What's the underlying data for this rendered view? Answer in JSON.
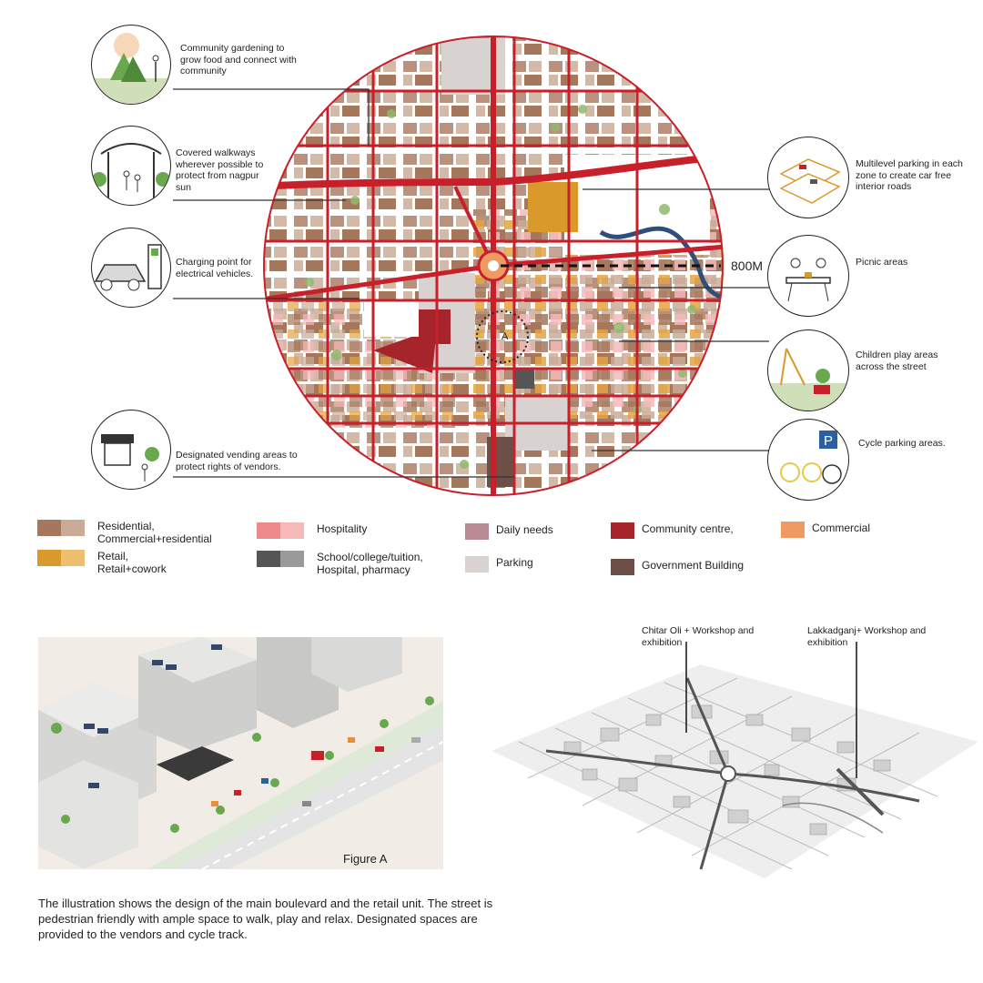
{
  "callouts_left": [
    {
      "icon": "gardening-icon",
      "text": "Community gardening to grow food and connect with community"
    },
    {
      "icon": "covered-walkway-icon",
      "text": "Covered walkways wherever possible to protect from nagpur sun"
    },
    {
      "icon": "ev-charging-icon",
      "text": "Charging point for electrical vehicles."
    },
    {
      "icon": "vending-icon",
      "text": "Designated vending areas to protect rights of vendors."
    }
  ],
  "callouts_right": [
    {
      "icon": "parking-structure-icon",
      "text": "Multilevel parking in each zone to create car free interior roads"
    },
    {
      "icon": "picnic-icon",
      "text": "Picnic areas"
    },
    {
      "icon": "playground-icon",
      "text": "Children play areas across the street"
    },
    {
      "icon": "cycle-parking-icon",
      "text": "Cycle parking areas."
    }
  ],
  "map": {
    "radius_label": "800M",
    "zone_label": "A"
  },
  "legend": [
    {
      "label": "Residential, Commercial+residential",
      "colors": [
        "#a5775c",
        "#c9ab97"
      ]
    },
    {
      "label": "Retail, Retail+cowork",
      "colors": [
        "#d99a2b",
        "#edc070"
      ]
    },
    {
      "label": "Hospitality",
      "colors": [
        "#ee8a8a",
        "#f6b8b8"
      ]
    },
    {
      "label": "School/college/tuition, Hospital, pharmacy",
      "colors": [
        "#555555",
        "#9a9a9a"
      ]
    },
    {
      "label": "Daily needs",
      "colors": [
        "#b98b94"
      ]
    },
    {
      "label": "Parking",
      "colors": [
        "#d8d3d0"
      ]
    },
    {
      "label": "Community centre,",
      "colors": [
        "#a6242b"
      ]
    },
    {
      "label": "Government Building",
      "colors": [
        "#6e4f47"
      ]
    },
    {
      "label": "Commercial",
      "colors": [
        "#ee9a62"
      ]
    }
  ],
  "iso_labels": {
    "left": "Chitar Oli + Workshop and exhibition",
    "right": "Lakkadganj+ Workshop and exhibition"
  },
  "figure_caption": "Figure A",
  "description": "The illustration shows the design of the main boulevard and the retail unit. The street is pedestrian friendly with ample space to walk, play and relax. Designated spaces are provided to the vendors and cycle track.",
  "colors": {
    "road": "#c8202a",
    "river": "#2f4f7a",
    "green": "#6aa84f",
    "ring_road": "#d53a3a"
  }
}
